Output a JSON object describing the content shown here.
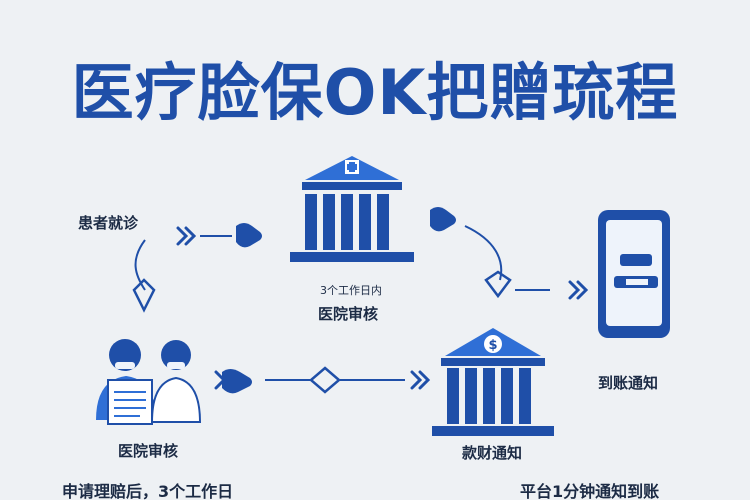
{
  "title": "医疗脸保OK把贈琉程",
  "nodes": {
    "patient_visit": "患者就诊",
    "hospital_review_top": "医院审核",
    "hospital_review_days": "3个工作日内",
    "hospital_review_bottom": "医院审核",
    "payment_notice": "款财通知",
    "arrival_notice": "到账通知"
  },
  "footer": {
    "left_text": "申请理赔后，3个工作日",
    "right_text": "平台1分钟通知到账"
  },
  "colors": {
    "primary": "#1f4fa8",
    "accent": "#2f6fd6",
    "background": "#eef1f4"
  }
}
